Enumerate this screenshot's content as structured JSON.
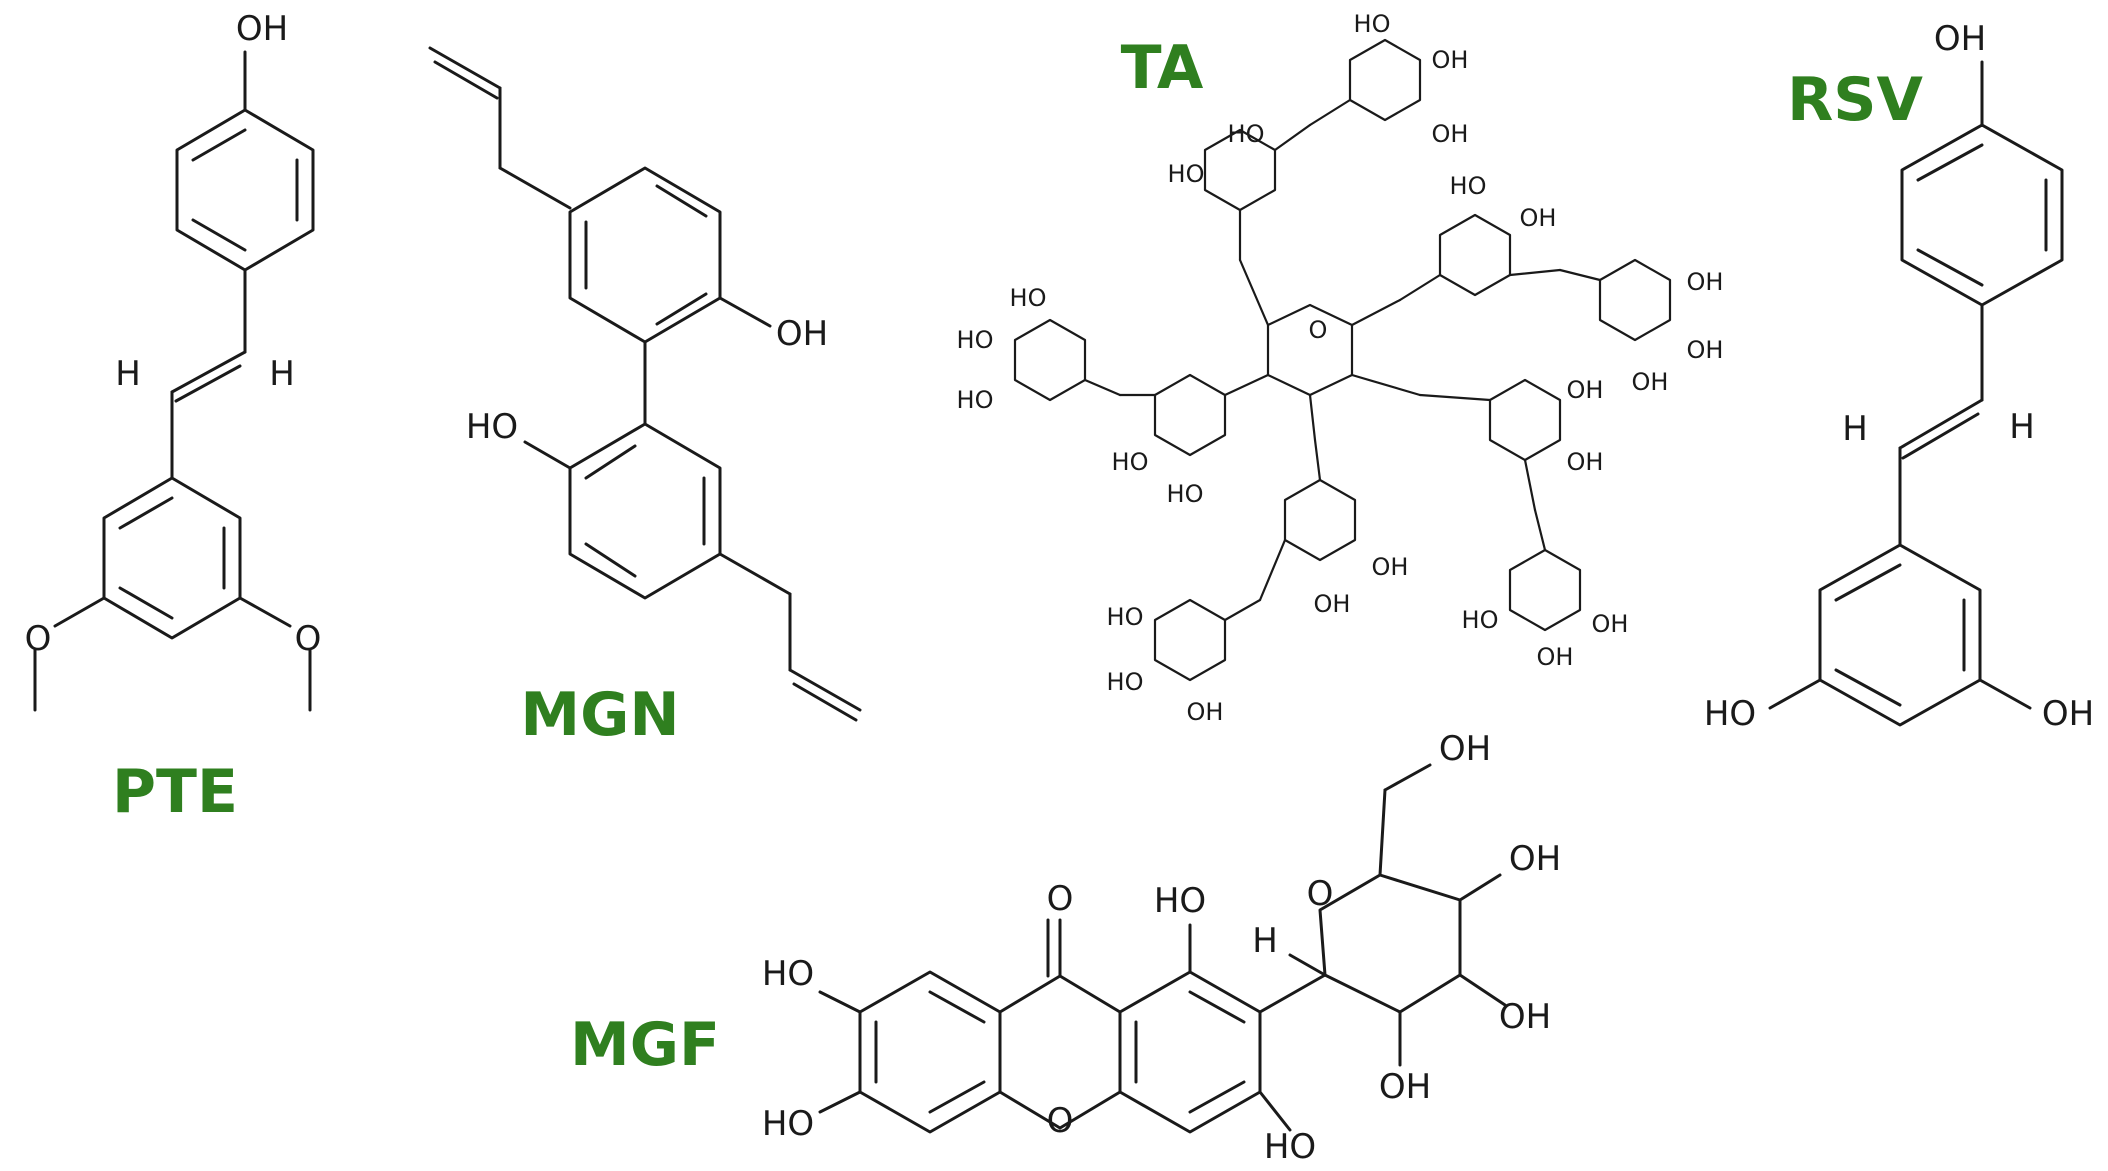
{
  "label_color": "#2f7f1f",
  "compounds": {
    "pte": {
      "name": "PTE",
      "atoms": {
        "oh": "OH",
        "h_left": "H",
        "h_right": "H",
        "o_left": "O",
        "o_right": "O"
      }
    },
    "mgn": {
      "name": "MGN",
      "atoms": {
        "oh_right": "OH",
        "ho_left": "HO"
      }
    },
    "ta": {
      "name": "TA",
      "atoms": {
        "oh": "OH",
        "ho": "HO",
        "o": "O"
      }
    },
    "rsv": {
      "name": "RSV",
      "atoms": {
        "oh_top": "OH",
        "h_left": "H",
        "h_right": "H",
        "ho_bl": "HO",
        "oh_br": "OH"
      }
    },
    "mgf": {
      "name": "MGF",
      "atoms": {
        "o_carbonyl": "O",
        "ho_1": "HO",
        "ho_2": "HO",
        "ho_3": "HO",
        "o_ring": "O",
        "ho_4": "HO",
        "h": "H",
        "o_sugar": "O",
        "oh_ch2": "OH",
        "oh_a": "OH",
        "oh_b": "OH",
        "oh_c": "OH"
      }
    }
  }
}
